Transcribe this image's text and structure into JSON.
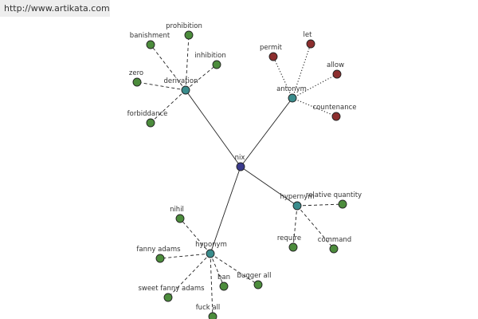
{
  "header": {
    "url": "http://www.artikata.com"
  },
  "colors": {
    "root": "#3a3a8c",
    "group": "#3a8c8c",
    "leaf": "#4c8c3c",
    "antonym_leaf": "#8c2e2e",
    "background": "#ffffff"
  },
  "graph": {
    "root": {
      "id": "nix",
      "label": "nix",
      "kind": "root"
    },
    "groups": [
      {
        "id": "derivation",
        "label": "derivation",
        "leaf_kind": "leaf",
        "edge_style": "dashed",
        "leaves": [
          "banishment",
          "prohibition",
          "inhibition",
          "zero",
          "forbiddance"
        ]
      },
      {
        "id": "antonym",
        "label": "antonym",
        "leaf_kind": "antonym_leaf",
        "edge_style": "dotted",
        "leaves": [
          "permit",
          "let",
          "allow",
          "countenance"
        ]
      },
      {
        "id": "hypernym",
        "label": "hypernym",
        "leaf_kind": "leaf",
        "edge_style": "dashed",
        "leaves": [
          "relative quantity",
          "require",
          "command"
        ]
      },
      {
        "id": "hyponym",
        "label": "hyponym",
        "leaf_kind": "leaf",
        "edge_style": "dashed",
        "leaves": [
          "nihil",
          "fanny adams",
          "sweet fanny adams",
          "ban",
          "bugger all",
          "fuck all"
        ]
      }
    ]
  }
}
